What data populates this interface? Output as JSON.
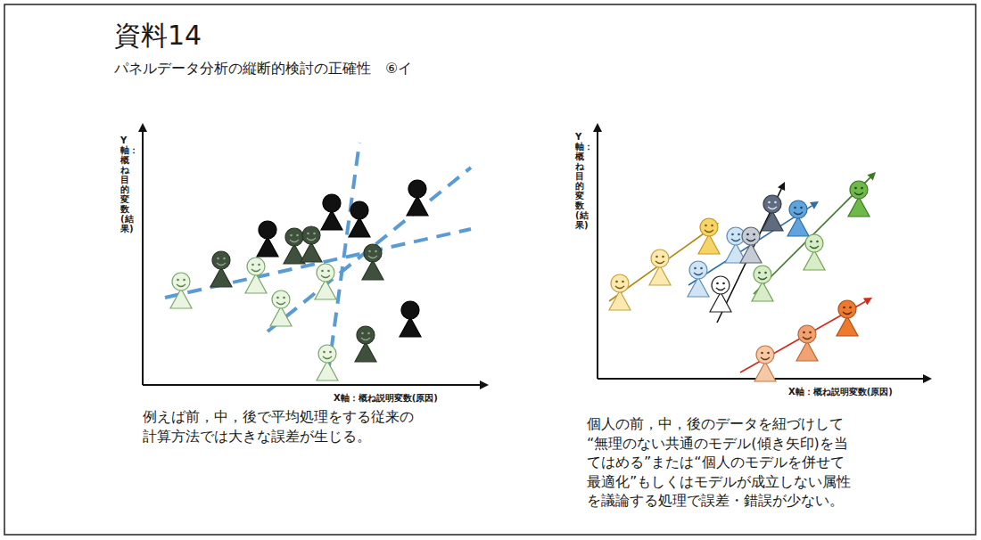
{
  "diagram": {
    "title": "資料14",
    "labels": [
      "パネルデータ分析の縦断的検討の正確性　⑥イ",
      "Y軸：概ね目的変数(結果)",
      "X軸：概ね説明変数(原因)",
      "例えば前，中，後で平均処理をする従来の 計算方法では大きな誤差が生じる。",
      "Y軸：概ね目的変数(結果)",
      "X軸：概ね説明変数(原因)",
      "個人の前，中，後のデータを紐づけして “無理のない共通のモデル(傾き矢印)を当 てはめる”または“個人のモデルを併せて 最適化”もしくはモデルが成立しない属性 を議論する処理で誤差・錯誤が少ない。"
    ]
  }
}
